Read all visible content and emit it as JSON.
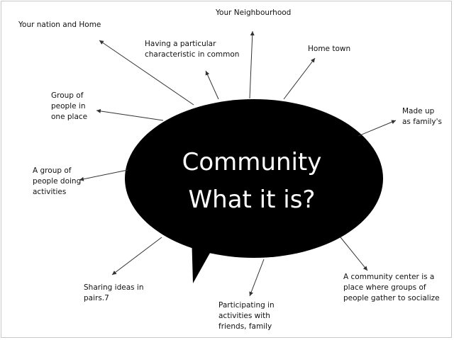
{
  "center": {
    "title_line1": "Community",
    "title_line2": "What it is?"
  },
  "labels": {
    "nation": "Your nation and Home",
    "characteristic": "Having a particular\ncharacteristic in common",
    "neighbourhood": "Your Neighbourhood",
    "hometown": "Home town",
    "group_place": "Group of\npeople in\none place",
    "families": "Made up\nas family's",
    "activities": "A group of\npeople doing\nactivities",
    "sharing": "Sharing ideas in\npairs.7",
    "participating": "Participating in\nactivities with\nfriends, family",
    "center": "A community center is a\nplace where groups of\npeople gather to socialize"
  },
  "colors": {
    "bubble": "#000000",
    "text_on_bubble": "#ffffff",
    "text": "#111111",
    "arrow": "#333333"
  }
}
